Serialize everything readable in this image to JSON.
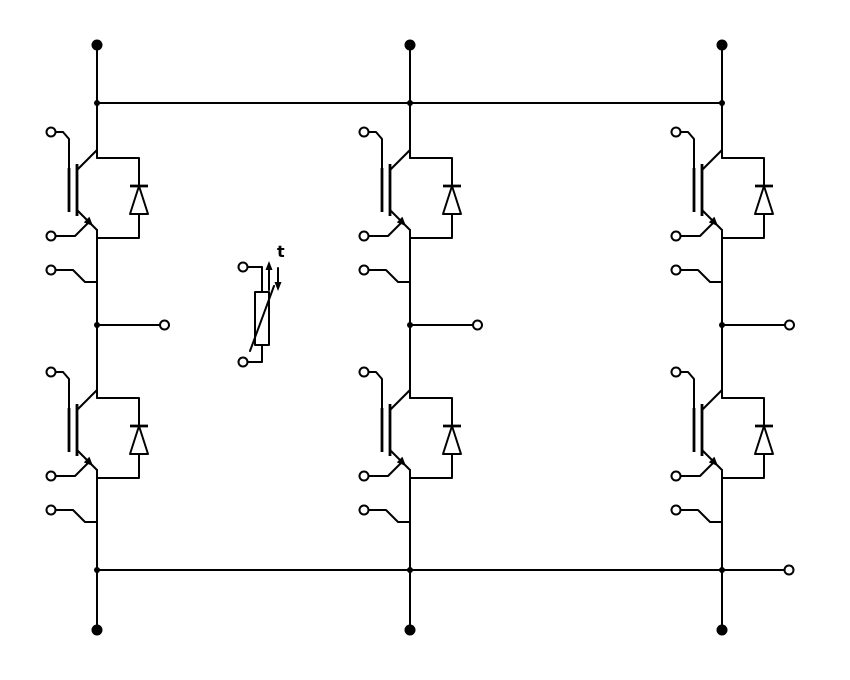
{
  "colors": {
    "line": "#000000",
    "background": "#ffffff",
    "terminal_fill": "#ffffff"
  },
  "labels": {
    "thermistor_temperature": "t"
  },
  "schematic": {
    "type": "circuit-diagram",
    "subject": "Three-phase IGBT bridge: three half-bridge legs, each with two IGBTs and antiparallel freewheeling diodes, plus a temperature-dependent resistor (thermistor)",
    "phase_legs": [
      {
        "name": "phase-leg-1",
        "upper_switch": "IGBT with antiparallel diode",
        "lower_switch": "IGBT with antiparallel diode"
      },
      {
        "name": "phase-leg-2",
        "upper_switch": "IGBT with antiparallel diode",
        "lower_switch": "IGBT with antiparallel diode"
      },
      {
        "name": "phase-leg-3",
        "upper_switch": "IGBT with antiparallel diode",
        "lower_switch": "IGBT with antiparallel diode"
      }
    ],
    "counts": {
      "igbts": 6,
      "diodes": 6,
      "thermistors": 1,
      "top_dc_terminal_dots": 3,
      "bottom_dc_terminal_dots": 3,
      "phase_output_terminals": 3,
      "small_terminals_per_igbt": 3,
      "thermistor_terminals": 2,
      "bus_output_terminals": 1
    }
  }
}
